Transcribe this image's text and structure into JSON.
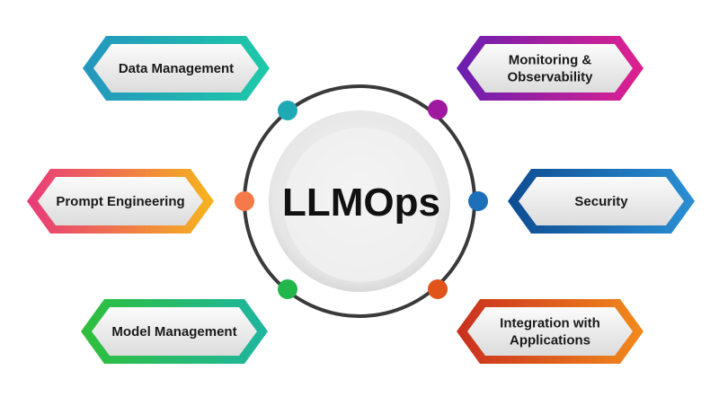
{
  "center": {
    "title": "LLMOps"
  },
  "nodes": [
    {
      "label": [
        "Data Management"
      ],
      "colors": [
        "#2596be",
        "#1ec9a8"
      ]
    },
    {
      "label": [
        "Monitoring &",
        "Observability"
      ],
      "colors": [
        "#6a1fb0",
        "#e0208f"
      ]
    },
    {
      "label": [
        "Prompt Engineering"
      ],
      "colors": [
        "#e83a7a",
        "#f6b51c"
      ]
    },
    {
      "label": [
        "Security"
      ],
      "colors": [
        "#0e4c92",
        "#2a8fd4"
      ]
    },
    {
      "label": [
        "Model Management"
      ],
      "colors": [
        "#2fbf3a",
        "#1fb5a0"
      ]
    },
    {
      "label": [
        "Integration with",
        "Applications"
      ],
      "colors": [
        "#c9301f",
        "#f28a1c"
      ]
    }
  ],
  "dot_colors": [
    "#1fa9b5",
    "#a0189f",
    "#f47a4a",
    "#1c6fb8",
    "#22b64a",
    "#e0541c"
  ],
  "colors": {
    "ring": "#3a3a3a"
  }
}
